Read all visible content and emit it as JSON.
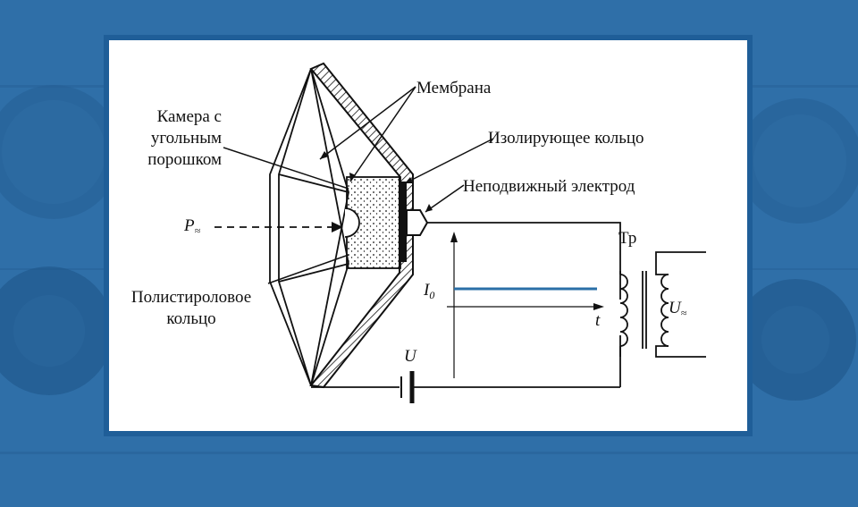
{
  "labels": {
    "membrane": "Мембрана",
    "carbon_chamber": [
      "Камера с",
      "угольным",
      "порошком"
    ],
    "insulating_ring": "Изолирующее кольцо",
    "fixed_electrode": "Неподвижный электрод",
    "pressure": {
      "symbol": "P",
      "subscript": "≈"
    },
    "polystyrene_ring": [
      "Полистироловое",
      "кольцо"
    ],
    "transformer": "Тр",
    "current": {
      "symbol": "I",
      "subscript": "0"
    },
    "time_axis": "t",
    "voltage_source": "U",
    "output_voltage": {
      "symbol": "U",
      "subscript": "≈"
    }
  },
  "colors": {
    "background": "#2f6fa8",
    "frame": "#1f5e98",
    "current_line": "#2a6fa7",
    "ink": "#111111"
  },
  "chart_data": {
    "type": "line",
    "x_label": "t",
    "y_label": "I0",
    "series": [
      {
        "values": [
          "constant"
        ]
      }
    ]
  }
}
